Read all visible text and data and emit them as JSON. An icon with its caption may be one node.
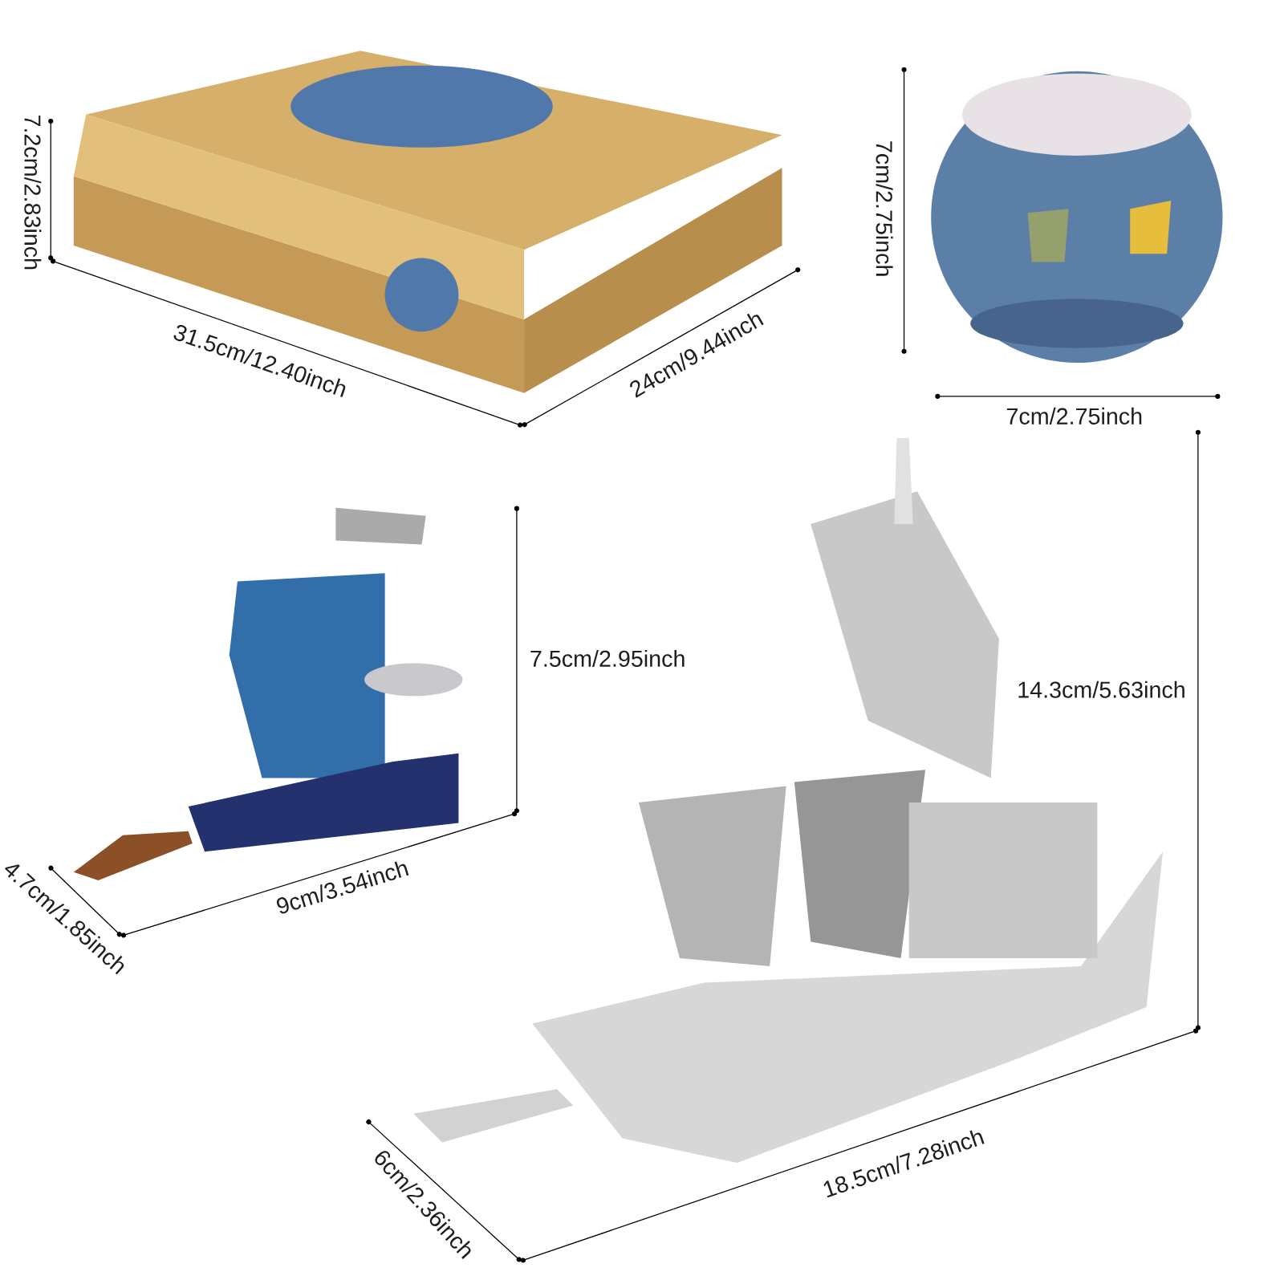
{
  "diagram": {
    "labels": [
      "7.2cm/2.83inch",
      "31.5cm/12.40inch",
      "24cm/9.44inch",
      "7cm/2.75inch",
      "7cm/2.75inch",
      "7.5cm/2.95inch",
      "14.3cm/5.63inch",
      "4.7cm/1.85inch",
      "9cm/3.54inch",
      "6cm/2.36inch",
      "18.5cm/7.28inch"
    ]
  }
}
